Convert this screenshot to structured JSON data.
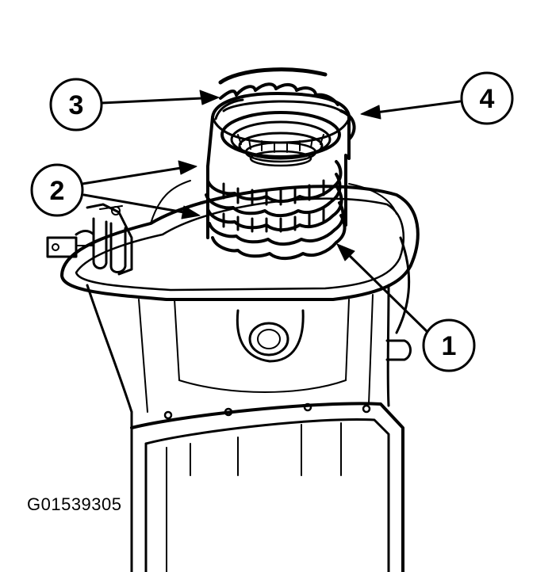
{
  "figure_id": "G01539305",
  "callouts": [
    {
      "number": "1"
    },
    {
      "number": "2"
    },
    {
      "number": "3"
    },
    {
      "number": "4"
    }
  ],
  "colors": {
    "ink": "#000000",
    "background": "#ffffff"
  }
}
